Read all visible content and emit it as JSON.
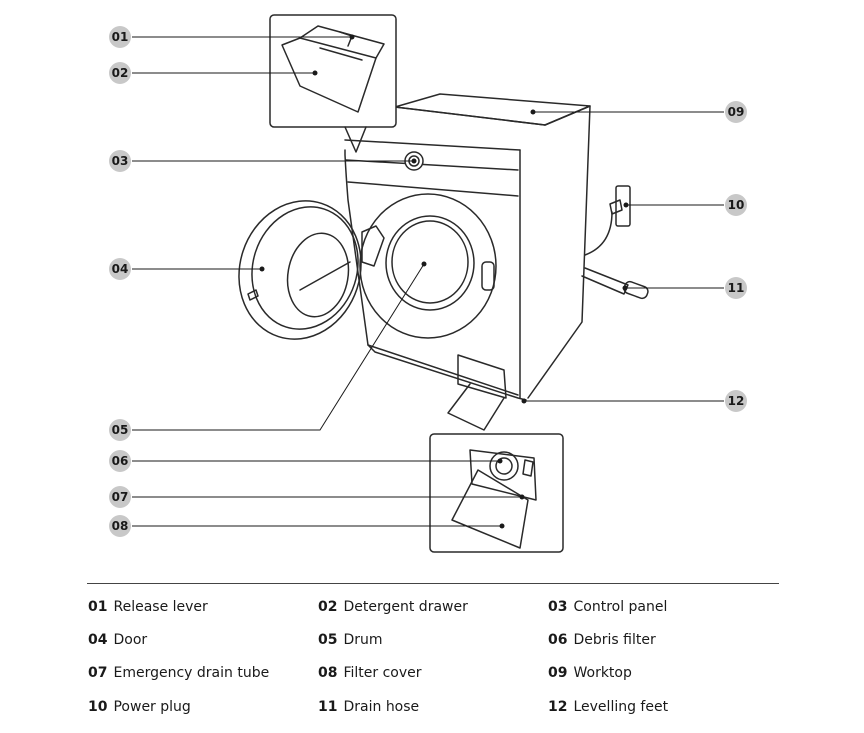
{
  "callouts": [
    {
      "num": "01",
      "label": "Release lever"
    },
    {
      "num": "02",
      "label": "Detergent drawer"
    },
    {
      "num": "03",
      "label": "Control panel"
    },
    {
      "num": "04",
      "label": "Door"
    },
    {
      "num": "05",
      "label": "Drum"
    },
    {
      "num": "06",
      "label": "Debris filter"
    },
    {
      "num": "07",
      "label": "Emergency drain tube"
    },
    {
      "num": "08",
      "label": "Filter cover"
    },
    {
      "num": "09",
      "label": "Worktop"
    },
    {
      "num": "10",
      "label": "Power plug"
    },
    {
      "num": "11",
      "label": "Drain hose"
    },
    {
      "num": "12",
      "label": "Levelling feet"
    }
  ],
  "colors": {
    "badge_fill": "#c8c8c8",
    "line": "#1a1a1a",
    "outline": "#2a2a2a"
  }
}
